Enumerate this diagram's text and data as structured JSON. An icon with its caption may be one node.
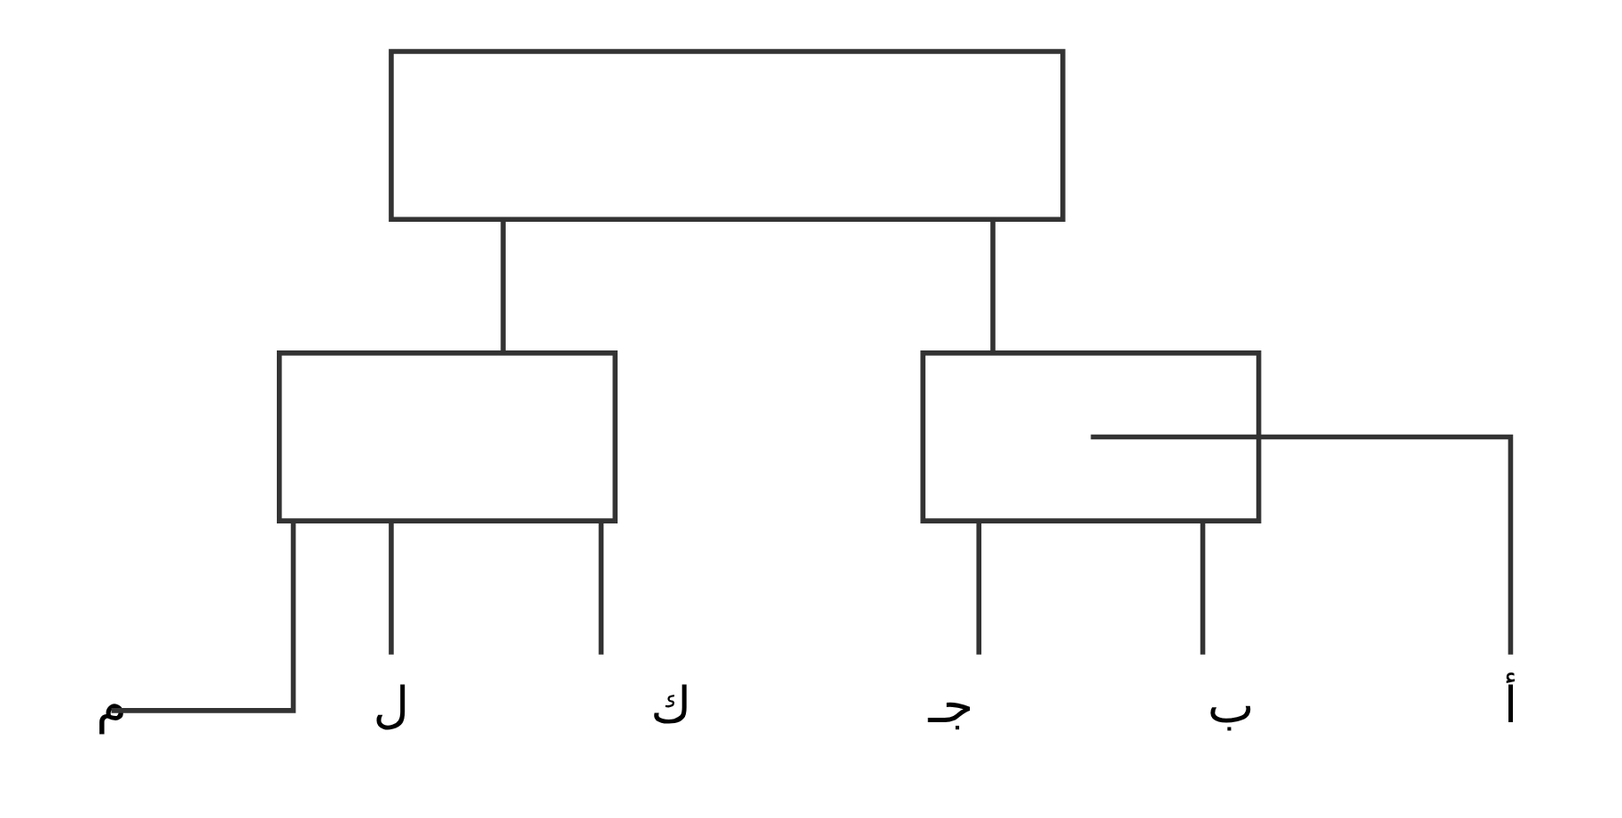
{
  "diagram": {
    "nodes": [
      {
        "text": [],
        "shape": "box"
      },
      {
        "text": [],
        "shape": "box"
      },
      {
        "text": [],
        "shape": "box"
      },
      {
        "text": [
          "م"
        ]
      },
      {
        "text": [
          "ل"
        ]
      },
      {
        "text": [
          "ك"
        ]
      },
      {
        "text": [
          "جـ"
        ]
      },
      {
        "text": [
          "ب"
        ]
      },
      {
        "text": [
          "أ"
        ]
      }
    ],
    "edges": [
      {
        "from": 0,
        "to": 1,
        "arrow": "none"
      },
      {
        "from": 0,
        "to": 2,
        "arrow": "none"
      },
      {
        "from": 1,
        "to": 3,
        "arrow": "none"
      },
      {
        "from": 1,
        "to": 4,
        "arrow": "none"
      },
      {
        "from": 1,
        "to": 5,
        "arrow": "none"
      },
      {
        "from": 2,
        "to": 6,
        "arrow": "none"
      },
      {
        "from": 2,
        "to": 7,
        "arrow": "none"
      },
      {
        "from": 2,
        "to": 8,
        "arrow": "none"
      }
    ]
  }
}
